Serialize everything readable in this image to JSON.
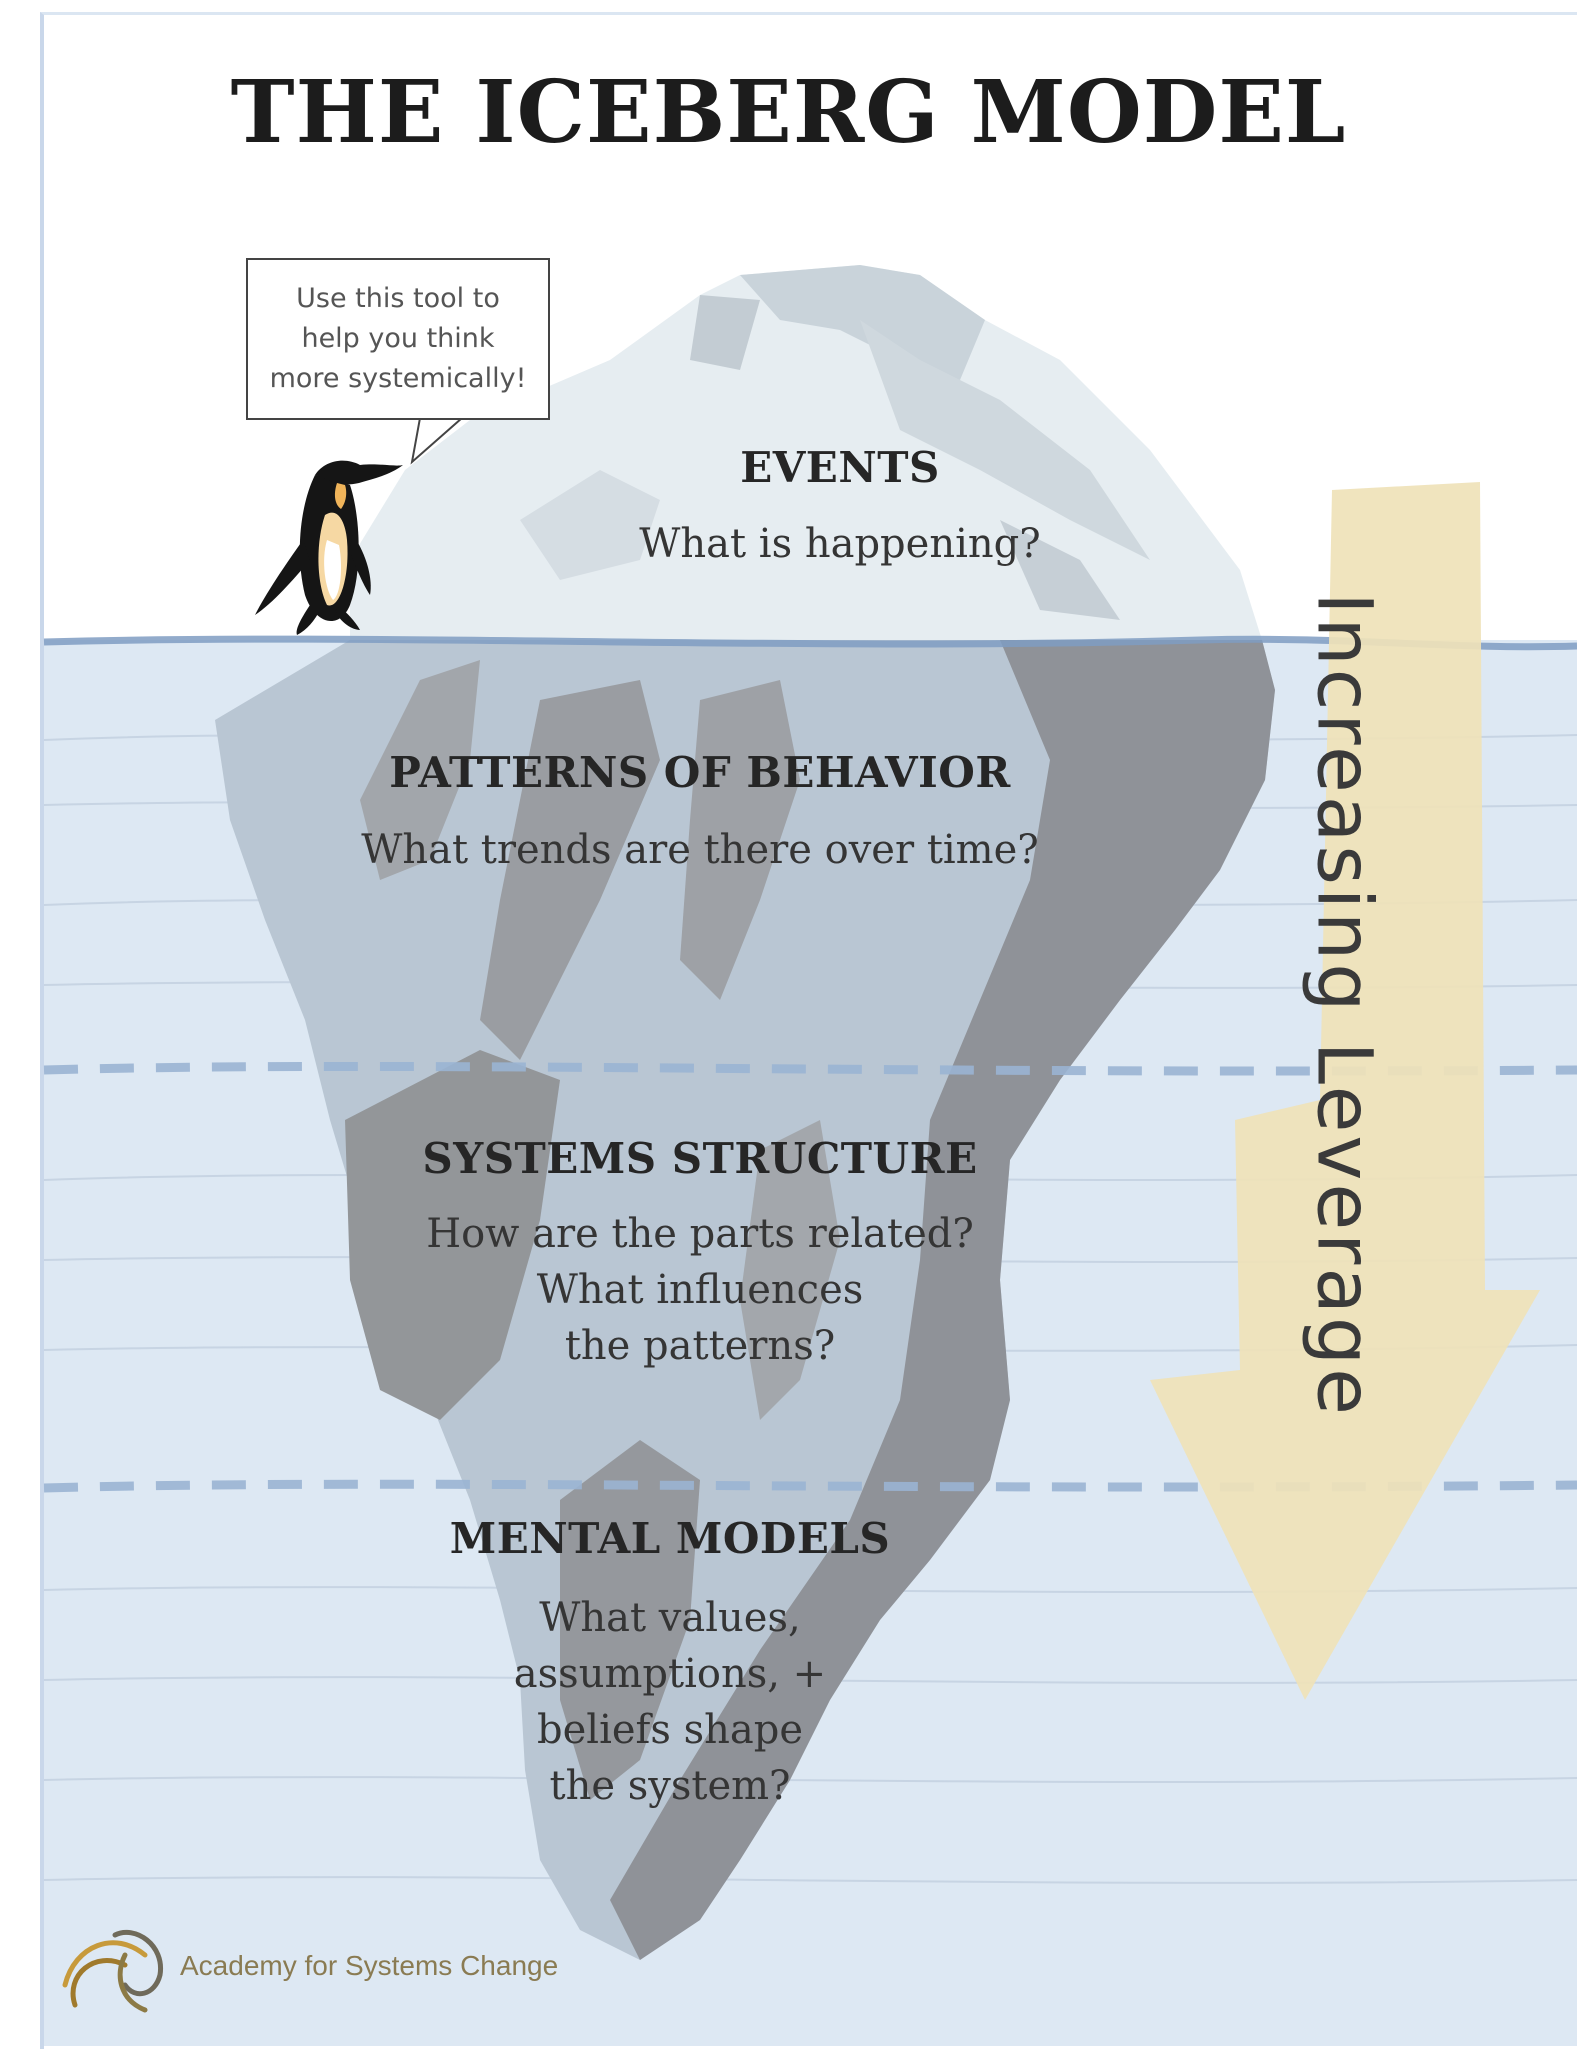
{
  "title": "THE ICEBERG MODEL",
  "speech_bubble": {
    "text": "Use this tool to\nhelp you think\nmore systemically!"
  },
  "levels": [
    {
      "heading": "EVENTS",
      "question": "What is happening?"
    },
    {
      "heading": "PATTERNS OF BEHAVIOR",
      "question": "What trends are there over time?"
    },
    {
      "heading": "SYSTEMS STRUCTURE",
      "question": "How are the parts related?\nWhat influences\nthe patterns?"
    },
    {
      "heading": "MENTAL MODELS",
      "question": "What values,\nassumptions, +\nbeliefs shape\nthe system?"
    }
  ],
  "arrow": {
    "label": "Increasing Leverage"
  },
  "footer": {
    "organization": "Academy for Systems Change"
  },
  "colors": {
    "water": "#dde8f3",
    "waterline": "#7f9cc2",
    "dashed_divider": "#9ab4d3",
    "ice_light": "#e9eff3",
    "ice_shadow": "#8c8f95",
    "arrow": "#efe2b8",
    "title": "#1c1c1c"
  },
  "icons": [
    "penguin-icon",
    "logo-icon"
  ]
}
